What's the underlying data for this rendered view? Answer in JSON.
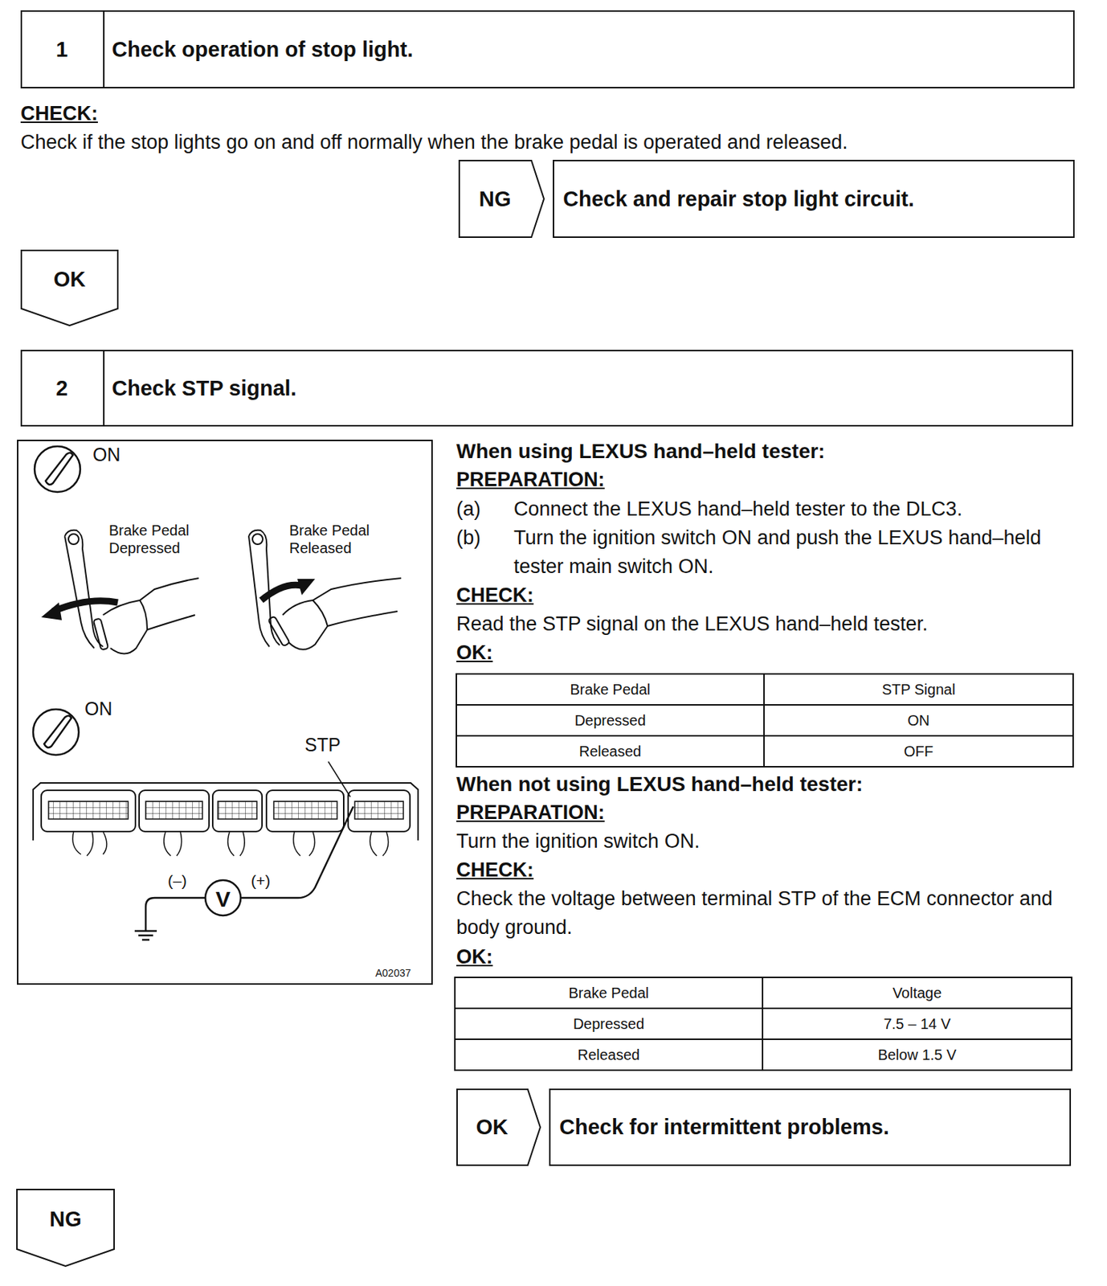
{
  "diagram": {
    "nodes": [
      {
        "text": [
          "1",
          "Check operation of stop light."
        ]
      },
      {
        "text": [
          "NG"
        ]
      },
      {
        "text": [
          "Check and repair stop light circuit."
        ]
      },
      {
        "text": [
          "OK"
        ]
      },
      {
        "text": [
          "2",
          "Check STP signal."
        ]
      },
      {
        "text": [
          "OK"
        ]
      },
      {
        "text": [
          "Check for intermittent problems."
        ]
      },
      {
        "text": [
          "NG"
        ]
      }
    ],
    "labels": [
      "CHECK:",
      "Check if the stop lights go on and off normally when the brake pedal is operated and released.",
      "ON",
      "Brake Pedal Depressed",
      "Brake Pedal Released",
      "ON",
      "STP",
      "(–)",
      "V",
      "(+)",
      "A02037",
      "When using LEXUS hand–held tester:",
      "PREPARATION:",
      "(a)",
      "Connect the LEXUS hand–held tester to the DLC3.",
      "(b)",
      "Turn the ignition switch ON and push the LEXUS hand–held tester main switch ON.",
      "CHECK:",
      "Read the STP signal on the LEXUS hand–held tester.",
      "OK:",
      "Brake Pedal",
      "STP Signal",
      "Depressed",
      "ON",
      "Released",
      "OFF",
      "When not using LEXUS hand–held tester:",
      "PREPARATION:",
      "Turn the ignition switch ON.",
      "CHECK:",
      "Check the voltage between terminal STP of the ECM connector and body ground.",
      "OK:",
      "Brake Pedal",
      "Voltage",
      "Depressed",
      "7.5 – 14 V",
      "Released",
      "Below 1.5 V"
    ]
  }
}
